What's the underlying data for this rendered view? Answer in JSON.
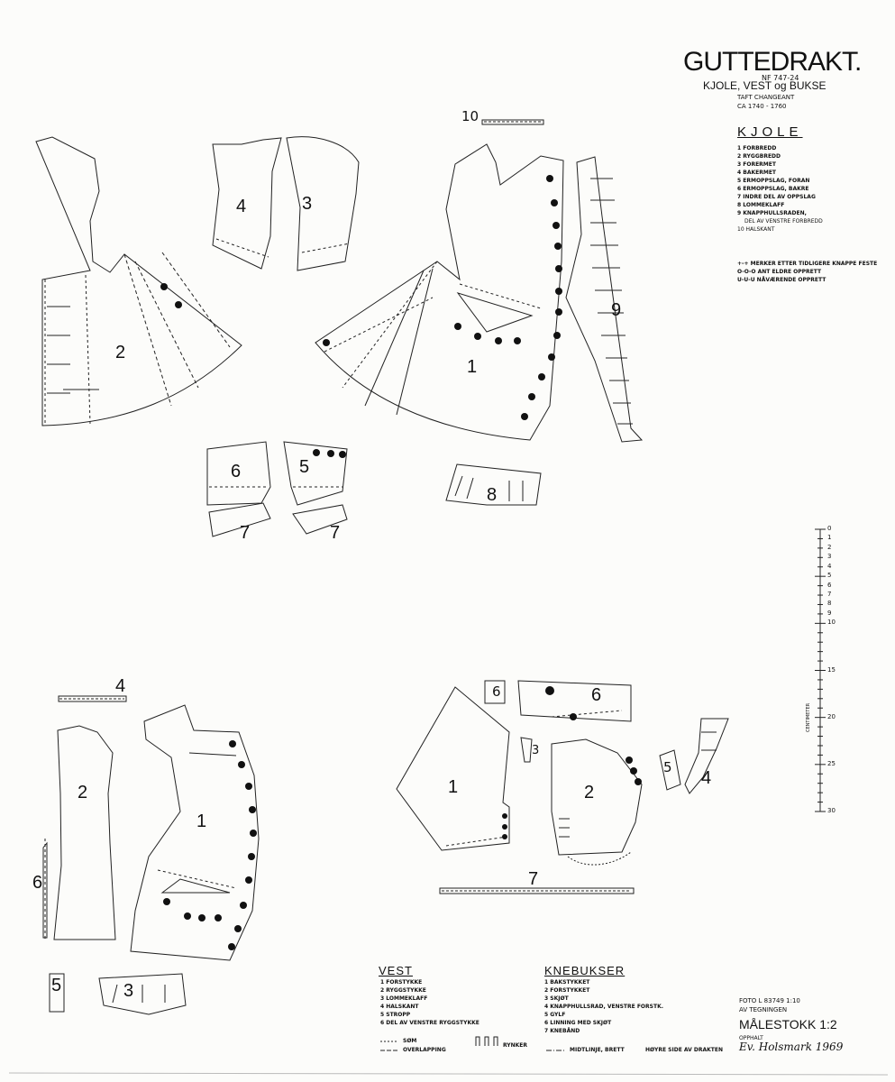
{
  "header": {
    "title": "GUTTEDRAKT.",
    "subtitle": "KJOLE, VEST og BUKSE",
    "ref_no": "NF 747-24",
    "fabric": "TAFT CHANGEANT",
    "dating": "CA 1740 - 1760"
  },
  "kjole": {
    "heading": "KJOLE",
    "items": [
      "1 FORBREDD",
      "2 RYGGBREDD",
      "3 FORERMET",
      "4 BAKERMET",
      "5 ERMOPPSLAG, FORAN",
      "6 ERMOPPSLAG, BAKRE",
      "7 INDRE DEL AV OPPSLAG",
      "8 LOMMEKLAFF",
      "9 KNAPPHULLSRADEN,",
      "DEL AV VENSTRE FORBREDD",
      "10 HALSKANT"
    ],
    "marks": [
      "+-+ MERKER ETTER TIDLIGERE KNAPPE FESTE",
      "O-O-O ANT ELDRE OPPRETT",
      "U-U-U NÅVÆRENDE OPPRETT"
    ]
  },
  "vest": {
    "heading": "VEST",
    "items": [
      "1 FORSTYKKE",
      "2 RYGGSTYKKE",
      "3 LOMMEKLAFF",
      "4 HALSKANT",
      "5 STROPP",
      "6 DEL AV VENSTRE RYGGSTYKKE"
    ]
  },
  "knebukser": {
    "heading": "KNEBUKSER",
    "items": [
      "1 BAKSTYKKET",
      "2 FORSTYKKET",
      "3 SKJØT",
      "4 KNAPPHULLSRAD, VENSTRE FORSTK.",
      "5 GYLF",
      "6 LINNING MED SKJØT",
      "7 KNEBÅND"
    ]
  },
  "line_legend": {
    "som": "SØM",
    "overlapping": "OVERLAPPING",
    "rynker": "RYNKER",
    "midtlinje": "MIDTLINJE, BRETT",
    "right_side": "HØYRE SIDE AV DRAKTEN"
  },
  "credits": {
    "foto": "FOTO L 83749 1:10",
    "av_tegningen": "AV TEGNINGEN",
    "scale": "MÅLESTOKK 1:2",
    "opphalt": "OPPHALT",
    "signature": "Ev. Holsmark 1969"
  },
  "piece_numbers": {
    "coat_2": "2",
    "coat_4": "4",
    "coat_3": "3",
    "coat_1": "1",
    "coat_9": "9",
    "coat_10": "10",
    "coat_6": "6",
    "coat_5": "5",
    "coat_7a": "7",
    "coat_7b": "7",
    "coat_8": "8",
    "vest_4": "4",
    "vest_2": "2",
    "vest_1": "1",
    "vest_6": "6",
    "vest_5": "5",
    "vest_3": "3",
    "kne_1": "1",
    "kne_2": "2",
    "kne_3": "3",
    "kne_4": "4",
    "kne_5": "5",
    "kne_6a": "6",
    "kne_6b": "6",
    "kne_7": "7"
  },
  "ruler": {
    "ticks": [
      "0",
      "1",
      "2",
      "3",
      "4",
      "5",
      "6",
      "7",
      "8",
      "9",
      "10",
      "15",
      "20",
      "25",
      "30"
    ],
    "unit_label": "CENTIMETER"
  }
}
